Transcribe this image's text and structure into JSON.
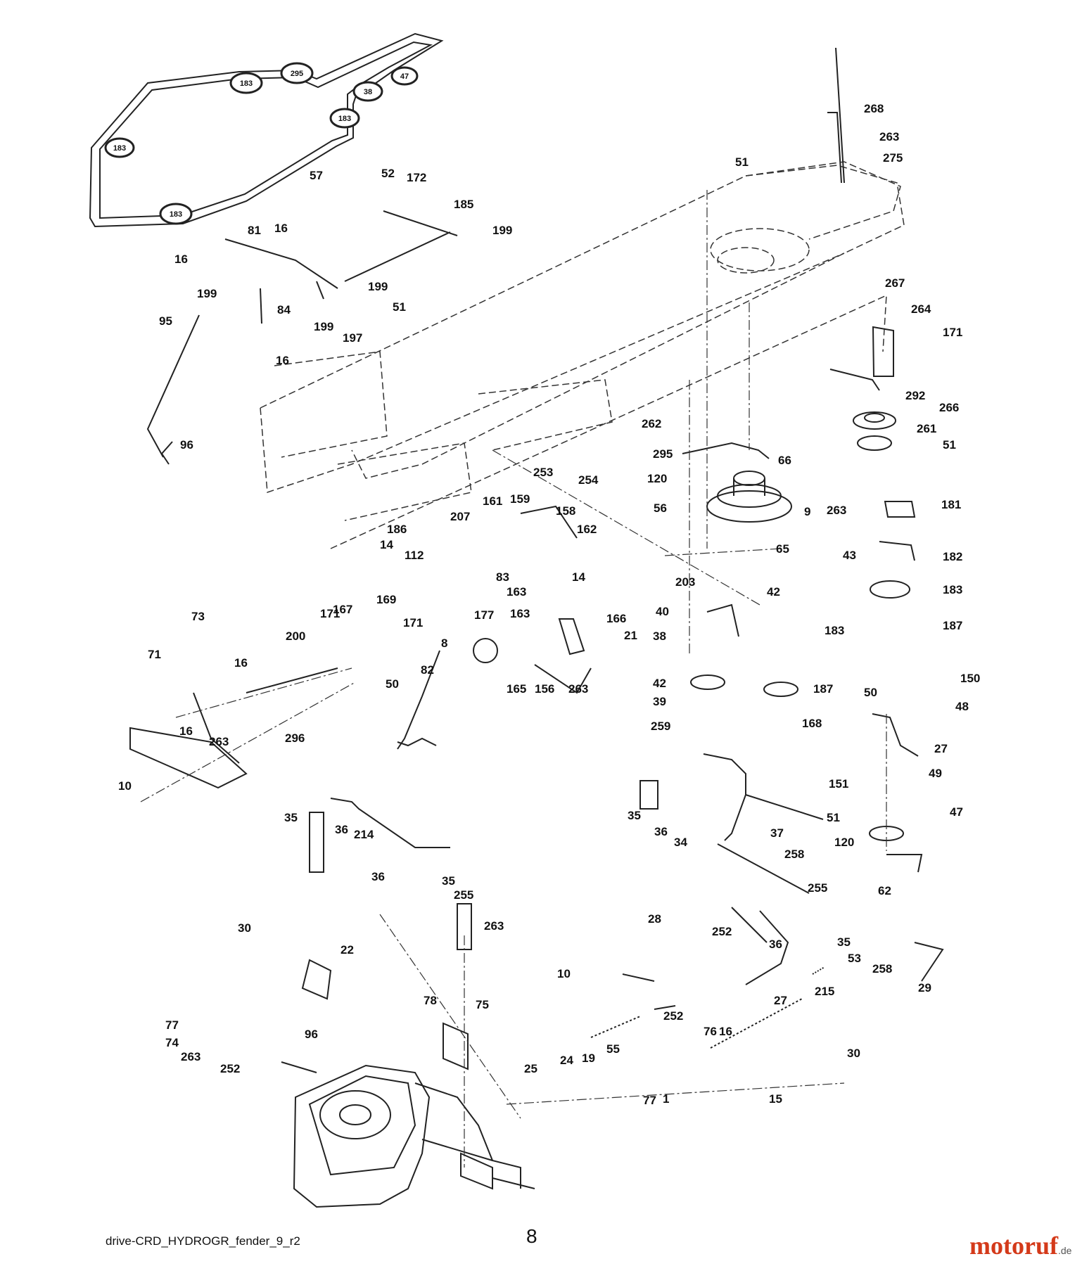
{
  "footer": {
    "diagram_id": "drive-CRD_HYDROGR_fender_9_r2",
    "page_number": "8",
    "brand": "motoruf",
    "brand_domain": ".de"
  },
  "belt_pulley_labels": [
    "183",
    "295",
    "47",
    "38",
    "183",
    "183",
    "183"
  ],
  "part_labels": [
    "57",
    "52",
    "172",
    "185",
    "199",
    "81",
    "16",
    "16",
    "199",
    "199",
    "84",
    "51",
    "199",
    "197",
    "16",
    "95",
    "96",
    "268",
    "263",
    "275",
    "51",
    "267",
    "264",
    "171",
    "292",
    "266",
    "261",
    "51",
    "262",
    "295",
    "120",
    "56",
    "66",
    "9",
    "263",
    "181",
    "65",
    "43",
    "182",
    "183",
    "187",
    "253",
    "254",
    "161",
    "159",
    "158",
    "162",
    "207",
    "186",
    "14",
    "112",
    "83",
    "14",
    "163",
    "163",
    "169",
    "171",
    "167",
    "171",
    "177",
    "203",
    "42",
    "40",
    "38",
    "42",
    "39",
    "259",
    "183",
    "187",
    "168",
    "166",
    "21",
    "8",
    "82",
    "165",
    "156",
    "263",
    "73",
    "71",
    "200",
    "16",
    "16",
    "263",
    "296",
    "10",
    "50",
    "50",
    "150",
    "48",
    "27",
    "151",
    "49",
    "51",
    "47",
    "120",
    "62",
    "35",
    "36",
    "34",
    "37",
    "258",
    "255",
    "35",
    "36",
    "214",
    "36",
    "35",
    "255",
    "263",
    "30",
    "22",
    "28",
    "252",
    "36",
    "35",
    "53",
    "258",
    "29",
    "10",
    "252",
    "27",
    "215",
    "16",
    "30",
    "76",
    "78",
    "75",
    "77",
    "74",
    "263",
    "96",
    "252",
    "25",
    "24",
    "19",
    "55",
    "77",
    "1",
    "15"
  ]
}
